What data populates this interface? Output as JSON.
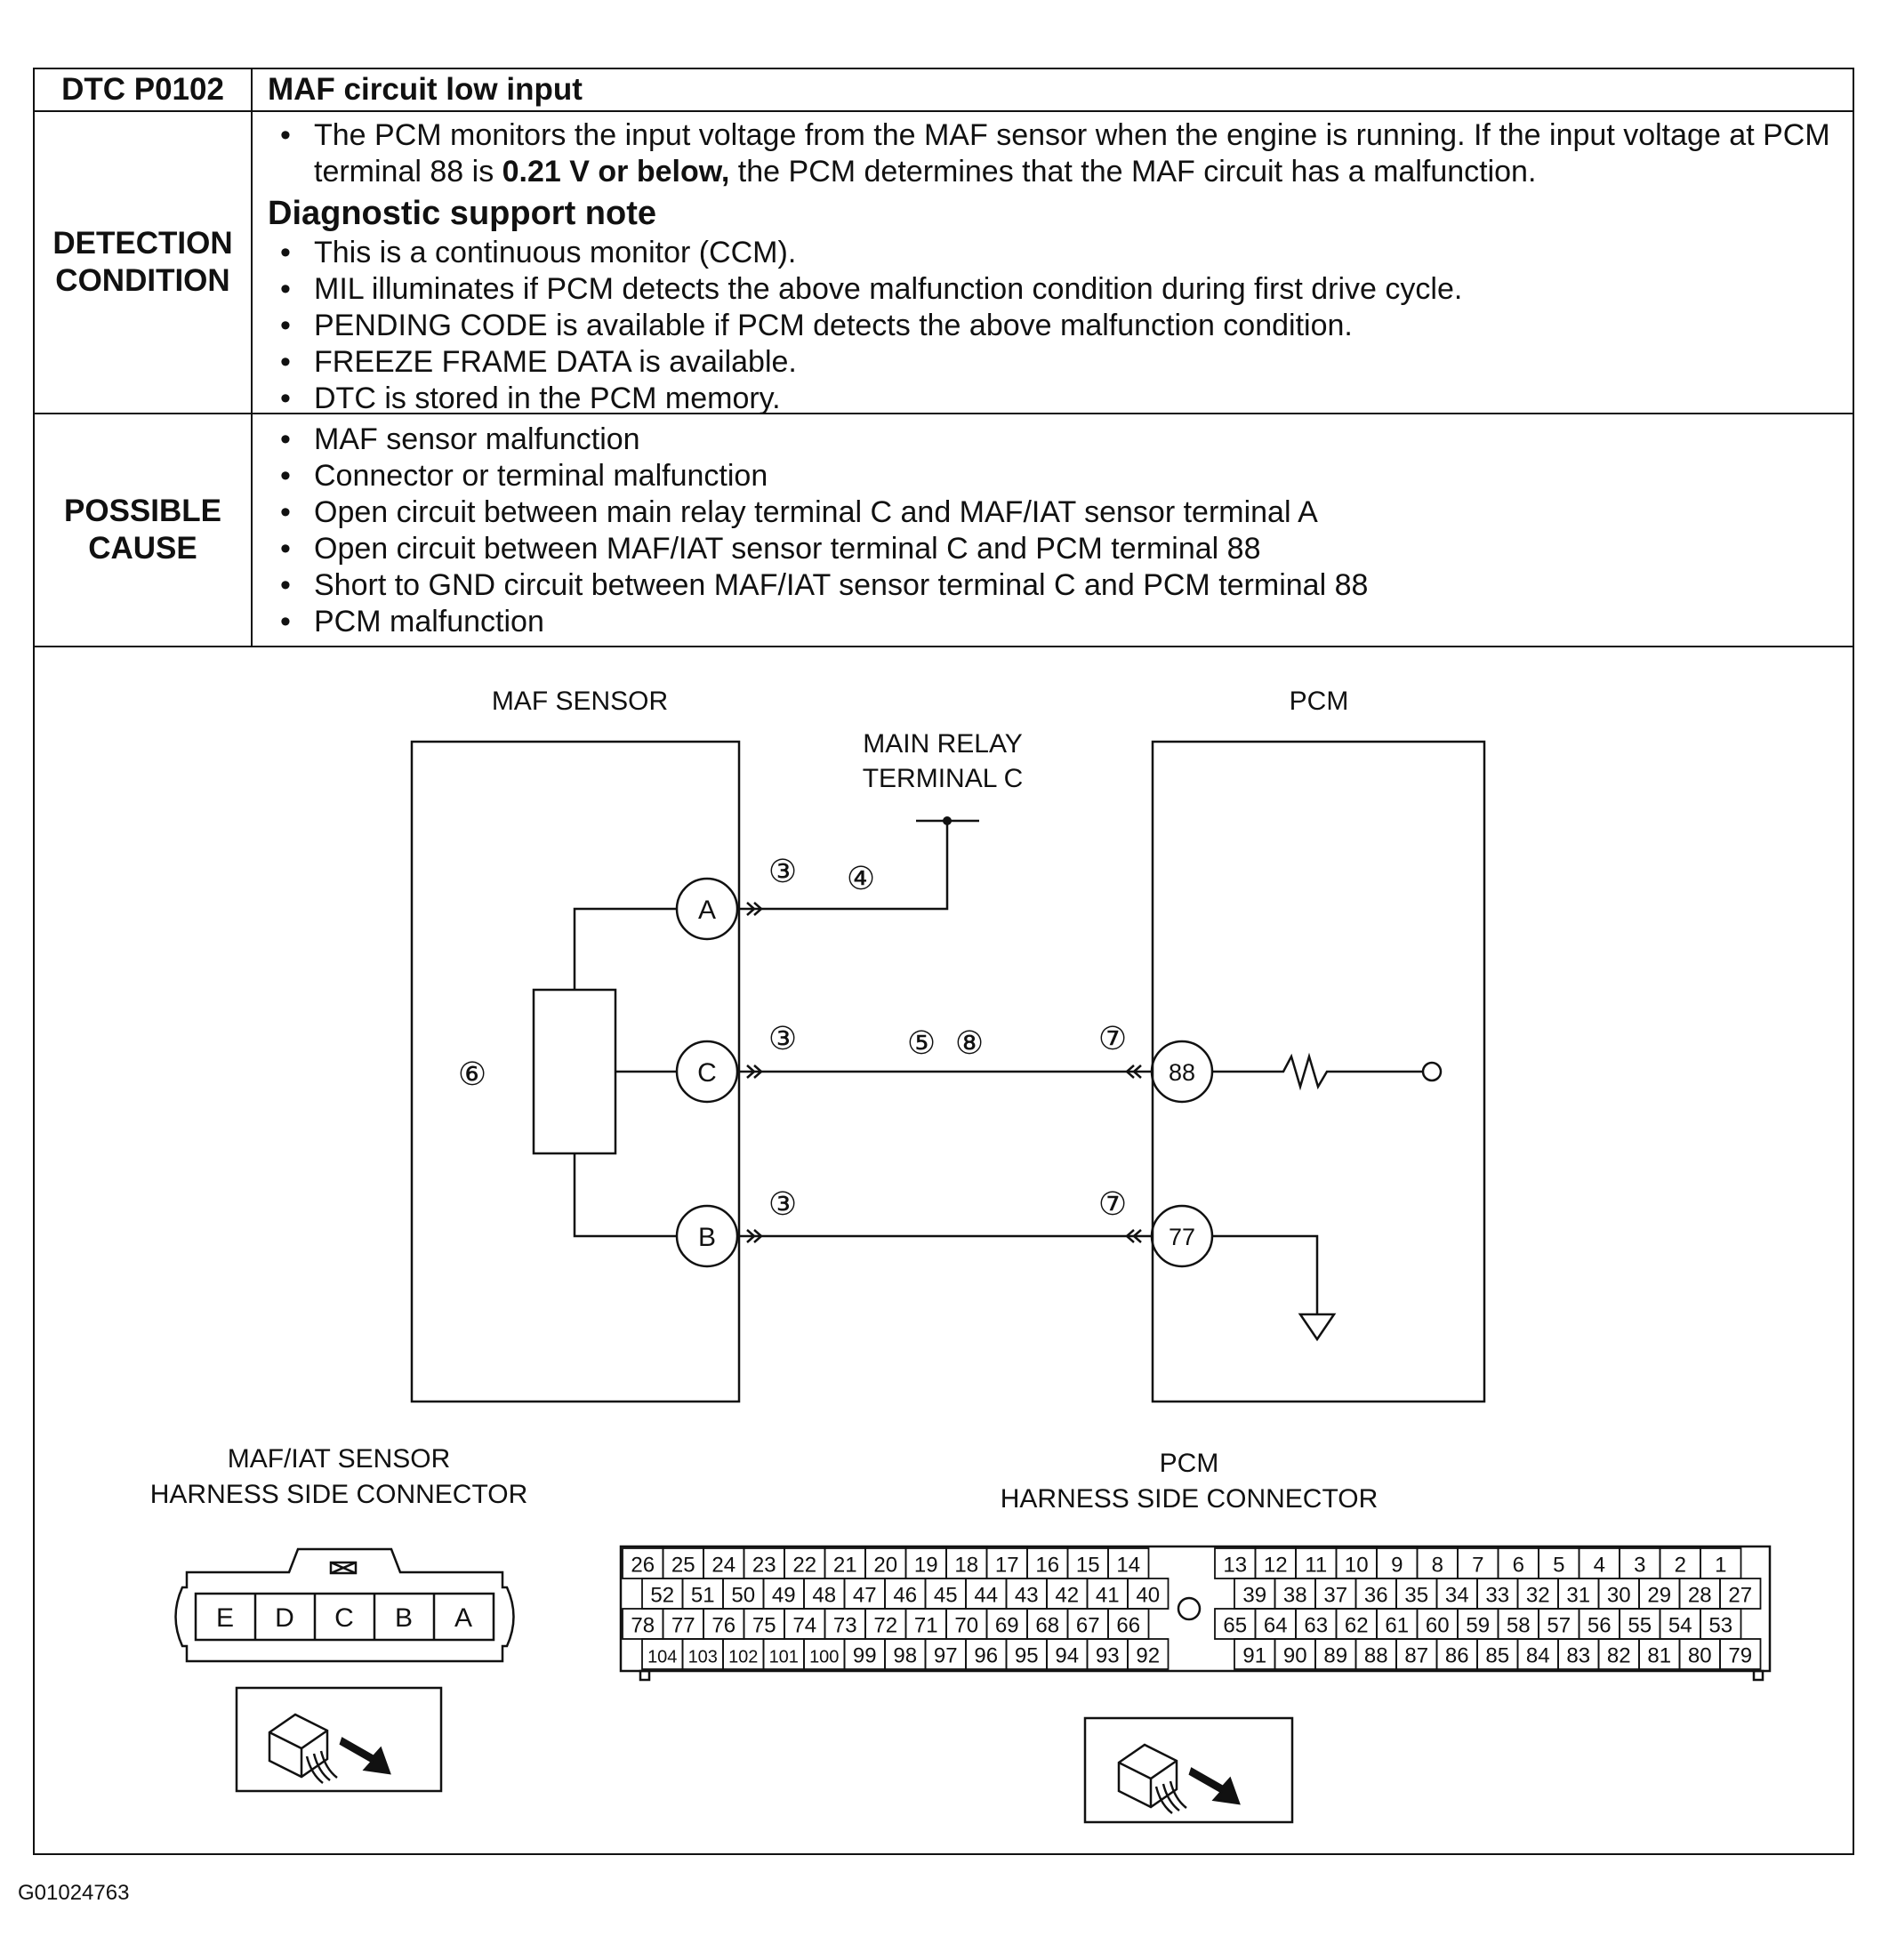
{
  "header": {
    "code": "DTC P0102",
    "title": "MAF circuit low input"
  },
  "detection": {
    "label_line1": "DETECTION",
    "label_line2": "CONDITION",
    "intro_pre": "The PCM monitors the input voltage from the MAF sensor when the engine is running. If the input voltage at PCM terminal 88 is ",
    "intro_bold": "0.21 V or below,",
    "intro_post": " the PCM determines that the MAF circuit has a malfunction.",
    "note_title": "Diagnostic support note",
    "notes": [
      "This is a continuous monitor (CCM).",
      "MIL illuminates if PCM detects the above malfunction condition during first drive cycle.",
      "PENDING CODE is available if PCM detects the above malfunction condition.",
      "FREEZE FRAME DATA is available.",
      "DTC is stored in the PCM memory."
    ]
  },
  "possible_cause": {
    "label_line1": "POSSIBLE",
    "label_line2": "CAUSE",
    "items": [
      "MAF sensor malfunction",
      "Connector or terminal malfunction",
      "Open circuit between main relay terminal C and MAF/IAT sensor terminal A",
      "Open circuit between MAF/IAT sensor terminal C and PCM terminal 88",
      "Short to GND circuit between MAF/IAT sensor terminal C and PCM terminal 88",
      "PCM malfunction"
    ]
  },
  "wiring": {
    "maf_label": "MAF SENSOR",
    "pcm_label": "PCM",
    "relay_line1": "MAIN RELAY",
    "relay_line2": "TERMINAL C",
    "maf_terminals": [
      "A",
      "C",
      "B"
    ],
    "pcm_terminals": [
      "88",
      "77"
    ],
    "step_a_1": "③",
    "step_a_2": "④",
    "step_c_1": "③",
    "step_c_2": "⑤",
    "step_c_3": "⑧",
    "step_c_pcm": "⑦",
    "step_b_1": "③",
    "step_b_pcm": "⑦",
    "step_sensor": "⑥"
  },
  "maf_connector": {
    "title_line1": "MAF/IAT SENSOR",
    "title_line2": "HARNESS SIDE CONNECTOR",
    "pins": [
      "E",
      "D",
      "C",
      "B",
      "A"
    ]
  },
  "pcm_connector": {
    "title_line1": "PCM",
    "title_line2": "HARNESS SIDE CONNECTOR",
    "left_rows": [
      [
        "26",
        "25",
        "24",
        "23",
        "22",
        "21",
        "20",
        "19",
        "18",
        "17",
        "16",
        "15",
        "14"
      ],
      [
        "52",
        "51",
        "50",
        "49",
        "48",
        "47",
        "46",
        "45",
        "44",
        "43",
        "42",
        "41",
        "40"
      ],
      [
        "78",
        "77",
        "76",
        "75",
        "74",
        "73",
        "72",
        "71",
        "70",
        "69",
        "68",
        "67",
        "66"
      ],
      [
        "104",
        "103",
        "102",
        "101",
        "100",
        "99",
        "98",
        "97",
        "96",
        "95",
        "94",
        "93",
        "92"
      ]
    ],
    "right_rows": [
      [
        "13",
        "12",
        "11",
        "10",
        "9",
        "8",
        "7",
        "6",
        "5",
        "4",
        "3",
        "2",
        "1"
      ],
      [
        "39",
        "38",
        "37",
        "36",
        "35",
        "34",
        "33",
        "32",
        "31",
        "30",
        "29",
        "28",
        "27"
      ],
      [
        "65",
        "64",
        "63",
        "62",
        "61",
        "60",
        "59",
        "58",
        "57",
        "56",
        "55",
        "54",
        "53"
      ],
      [
        "91",
        "90",
        "89",
        "88",
        "87",
        "86",
        "85",
        "84",
        "83",
        "82",
        "81",
        "80",
        "79"
      ]
    ]
  },
  "figure_id": "G01024763"
}
